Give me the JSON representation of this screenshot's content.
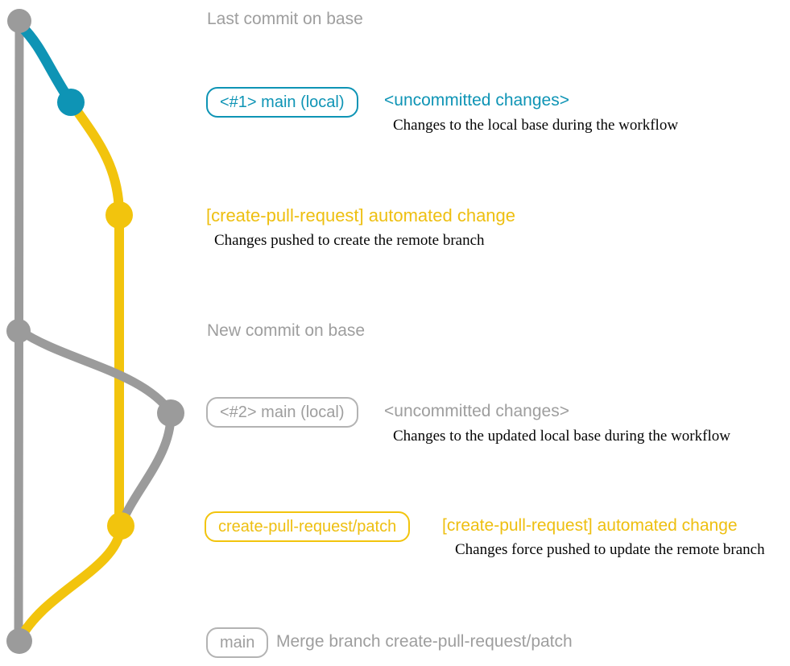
{
  "colors": {
    "branch_gray": "#9b9b9b",
    "branch_teal": "#0e94b5",
    "branch_yellow": "#f2c40d",
    "annotation_gray": "#9e9e9e",
    "description_black": "#050505"
  },
  "annotations": {
    "last_commit": "Last commit on base",
    "new_commit": "New commit on base"
  },
  "events": {
    "e1": {
      "branch_label": "<#1> main (local)",
      "title": "<uncommitted changes>",
      "description": "Changes to the local base during the workflow"
    },
    "e2": {
      "title": "[create-pull-request] automated change",
      "description": "Changes pushed to create the remote branch"
    },
    "e3": {
      "branch_label": "<#2> main (local)",
      "title": "<uncommitted changes>",
      "description": "Changes to the updated local base during the workflow"
    },
    "e4": {
      "branch_label": "create-pull-request/patch",
      "title": "[create-pull-request] automated change",
      "description": "Changes force pushed to update the remote branch"
    },
    "e5": {
      "branch_label": "main",
      "title": "Merge branch create-pull-request/patch"
    }
  }
}
